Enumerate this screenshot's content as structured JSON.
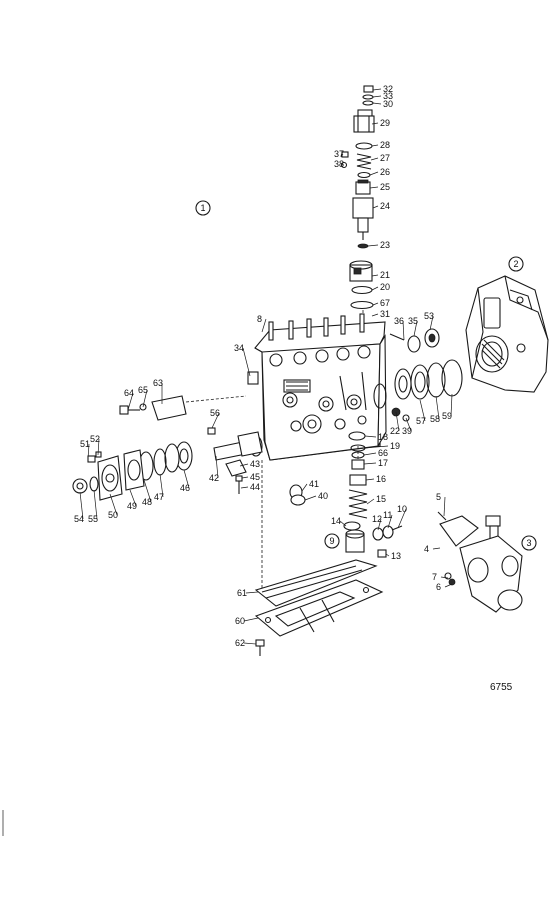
{
  "figure_number": "6755",
  "group_labels": [
    "1",
    "2",
    "3",
    "9"
  ],
  "callouts": [
    "32",
    "33",
    "30",
    "29",
    "28",
    "37",
    "27",
    "38",
    "26",
    "25",
    "24",
    "23",
    "21",
    "20",
    "67",
    "31",
    "8",
    "36",
    "35",
    "53",
    "34",
    "64",
    "65",
    "63",
    "56",
    "22",
    "39",
    "57",
    "58",
    "59",
    "18",
    "19",
    "66",
    "17",
    "51",
    "52",
    "16",
    "41",
    "40",
    "15",
    "42",
    "43",
    "45",
    "44",
    "54",
    "55",
    "50",
    "49",
    "48",
    "47",
    "46",
    "5",
    "10",
    "11",
    "12",
    "14",
    "13",
    "4",
    "7",
    "6",
    "61",
    "60",
    "62"
  ]
}
